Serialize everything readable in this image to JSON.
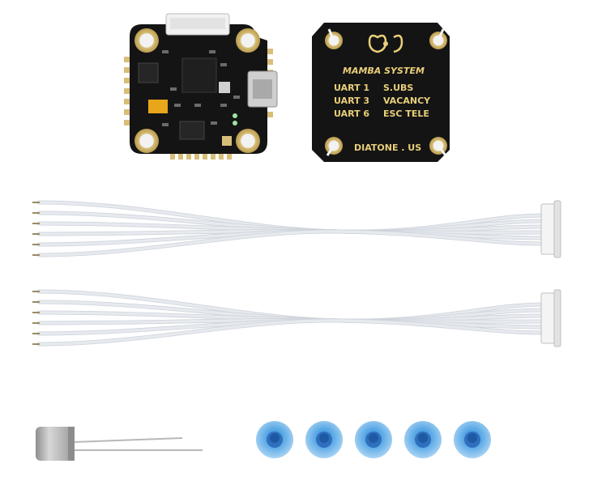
{
  "board_back": {
    "title": "MAMBA SYSTEM",
    "rows": [
      {
        "port": "UART 1",
        "value": "S.UBS"
      },
      {
        "port": "UART 3",
        "value": "VACANCY"
      },
      {
        "port": "UART 6",
        "value": "ESC TELE"
      }
    ],
    "footer": "DIATONE . US"
  },
  "colors": {
    "pcb": "#141414",
    "gold": "#d8bf78",
    "silkscreen": "#e9cf7a",
    "wire": "#e6e9ee",
    "connector": "#f4f4f4",
    "grommet": "#5aa9e6",
    "capacitor": "#b9b9b9"
  },
  "accessories": {
    "cable_count": 2,
    "wires_per_cable": 6,
    "grommet_count": 5
  }
}
